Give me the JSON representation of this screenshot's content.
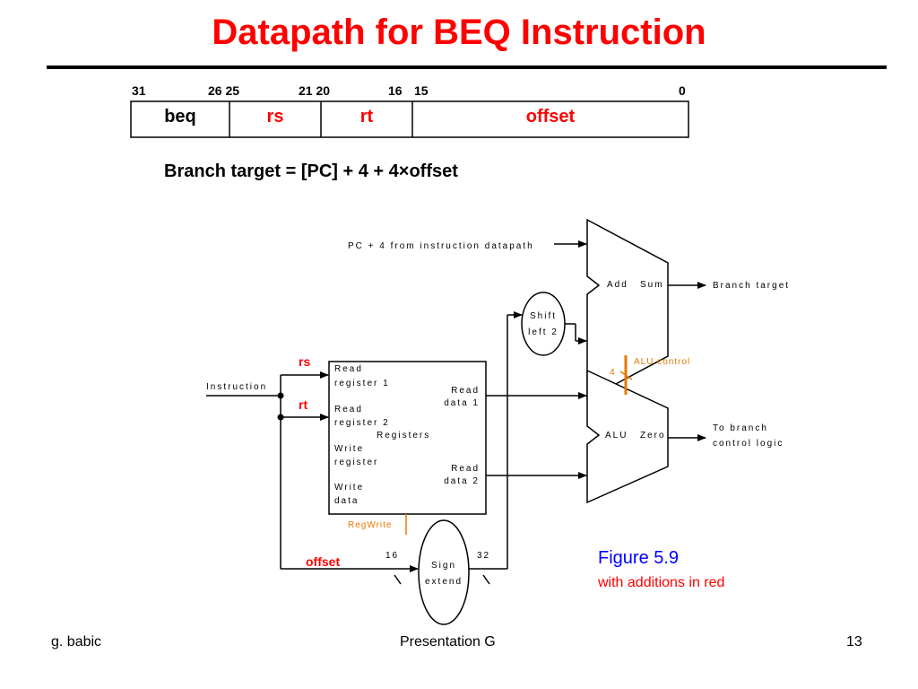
{
  "title": "Datapath for BEQ Instruction",
  "format": {
    "bit_labels": [
      "31",
      "26 25",
      "21 20",
      "16",
      "15",
      "0"
    ],
    "fields": [
      {
        "label": "beq",
        "color": "#000000"
      },
      {
        "label": "rs",
        "color": "#ff0000"
      },
      {
        "label": "rt",
        "color": "#ff0000"
      },
      {
        "label": "offset",
        "color": "#ff0000"
      }
    ]
  },
  "formula": "Branch target = [PC] + 4 + 4×offset",
  "diagram": {
    "pc_input": "PC + 4 from instruction datapath",
    "adder": {
      "add": "Add",
      "sum": "Sum"
    },
    "branch_target": "Branch target",
    "shift": [
      "Shift",
      "left 2"
    ],
    "alu_control": "ALU control",
    "alu_control_bits": "4",
    "alu": {
      "alu": "ALU",
      "zero": "Zero"
    },
    "to_branch": [
      "To branch",
      "control logic"
    ],
    "instruction": "Instruction",
    "rs": "rs",
    "rt": "rt",
    "offset": "offset",
    "registers": {
      "read_register_1": [
        "Read",
        "register 1"
      ],
      "read_register_2": [
        "Read",
        "register 2"
      ],
      "title": "Registers",
      "write_register": [
        "Write",
        "register"
      ],
      "write_data": [
        "Write",
        "data"
      ],
      "read_data_1": [
        "Read",
        "data 1"
      ],
      "read_data_2": [
        "Read",
        "data 2"
      ]
    },
    "regwrite": "RegWrite",
    "sign_extend": [
      "Sign",
      "extend"
    ],
    "bits_in": "16",
    "bits_out": "32"
  },
  "figure": {
    "caption": "Figure 5.9",
    "note": "with additions in red",
    "caption_color": "#0000ff",
    "note_color": "#ff0000"
  },
  "footer": {
    "left": "g. babic",
    "center": "Presentation G",
    "right": "13"
  },
  "colors": {
    "title": "#ff0000",
    "highlight": "#ff0000",
    "control": "#e87800"
  }
}
